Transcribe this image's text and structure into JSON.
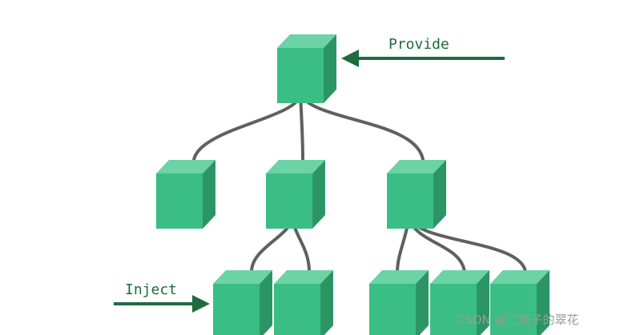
{
  "labels": {
    "provide": "Provide",
    "inject": "Inject"
  },
  "watermark": "CSDN @二狗子的翠花",
  "colors": {
    "cube_front": "#3bbd86",
    "cube_top": "#6bd3a5",
    "cube_side": "#2c9566",
    "edge": "#606060",
    "arrow": "#1e6b3f",
    "label": "#1e6b3f",
    "watermark": "#9a9a9a"
  },
  "icons": {
    "node": "cube-icon",
    "arrow": "arrow-right-icon"
  }
}
